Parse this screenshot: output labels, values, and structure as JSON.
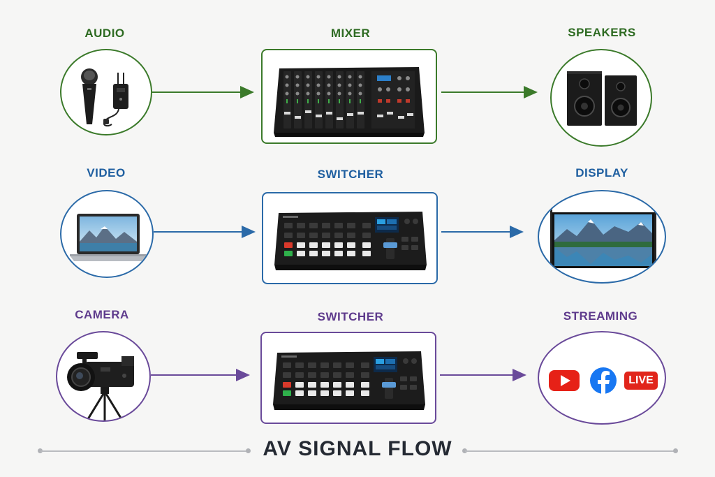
{
  "title": "AV SIGNAL FLOW",
  "rows": [
    {
      "color": "#3b7a2a",
      "source": {
        "label": "AUDIO",
        "icons": [
          "microphone-icon",
          "wireless-bodypack-icon"
        ]
      },
      "processor": {
        "label": "MIXER",
        "device": "audio-mixer"
      },
      "destination": {
        "label": "SPEAKERS",
        "icons": [
          "speaker-icon",
          "speaker-icon"
        ]
      }
    },
    {
      "color": "#2b6aa8",
      "source": {
        "label": "VIDEO",
        "icons": [
          "laptop-icon"
        ]
      },
      "processor": {
        "label": "SWITCHER",
        "device": "video-switcher"
      },
      "destination": {
        "label": "DISPLAY",
        "icons": [
          "projection-screen-icon"
        ]
      }
    },
    {
      "color": "#6a4a9a",
      "source": {
        "label": "CAMERA",
        "icons": [
          "camcorder-icon",
          "tripod-icon"
        ]
      },
      "processor": {
        "label": "SWITCHER",
        "device": "video-switcher"
      },
      "destination": {
        "label": "STREAMING",
        "icons": [
          "youtube-icon",
          "facebook-icon",
          "live-badge-icon"
        ]
      }
    }
  ],
  "streaming_badge": "LIVE"
}
